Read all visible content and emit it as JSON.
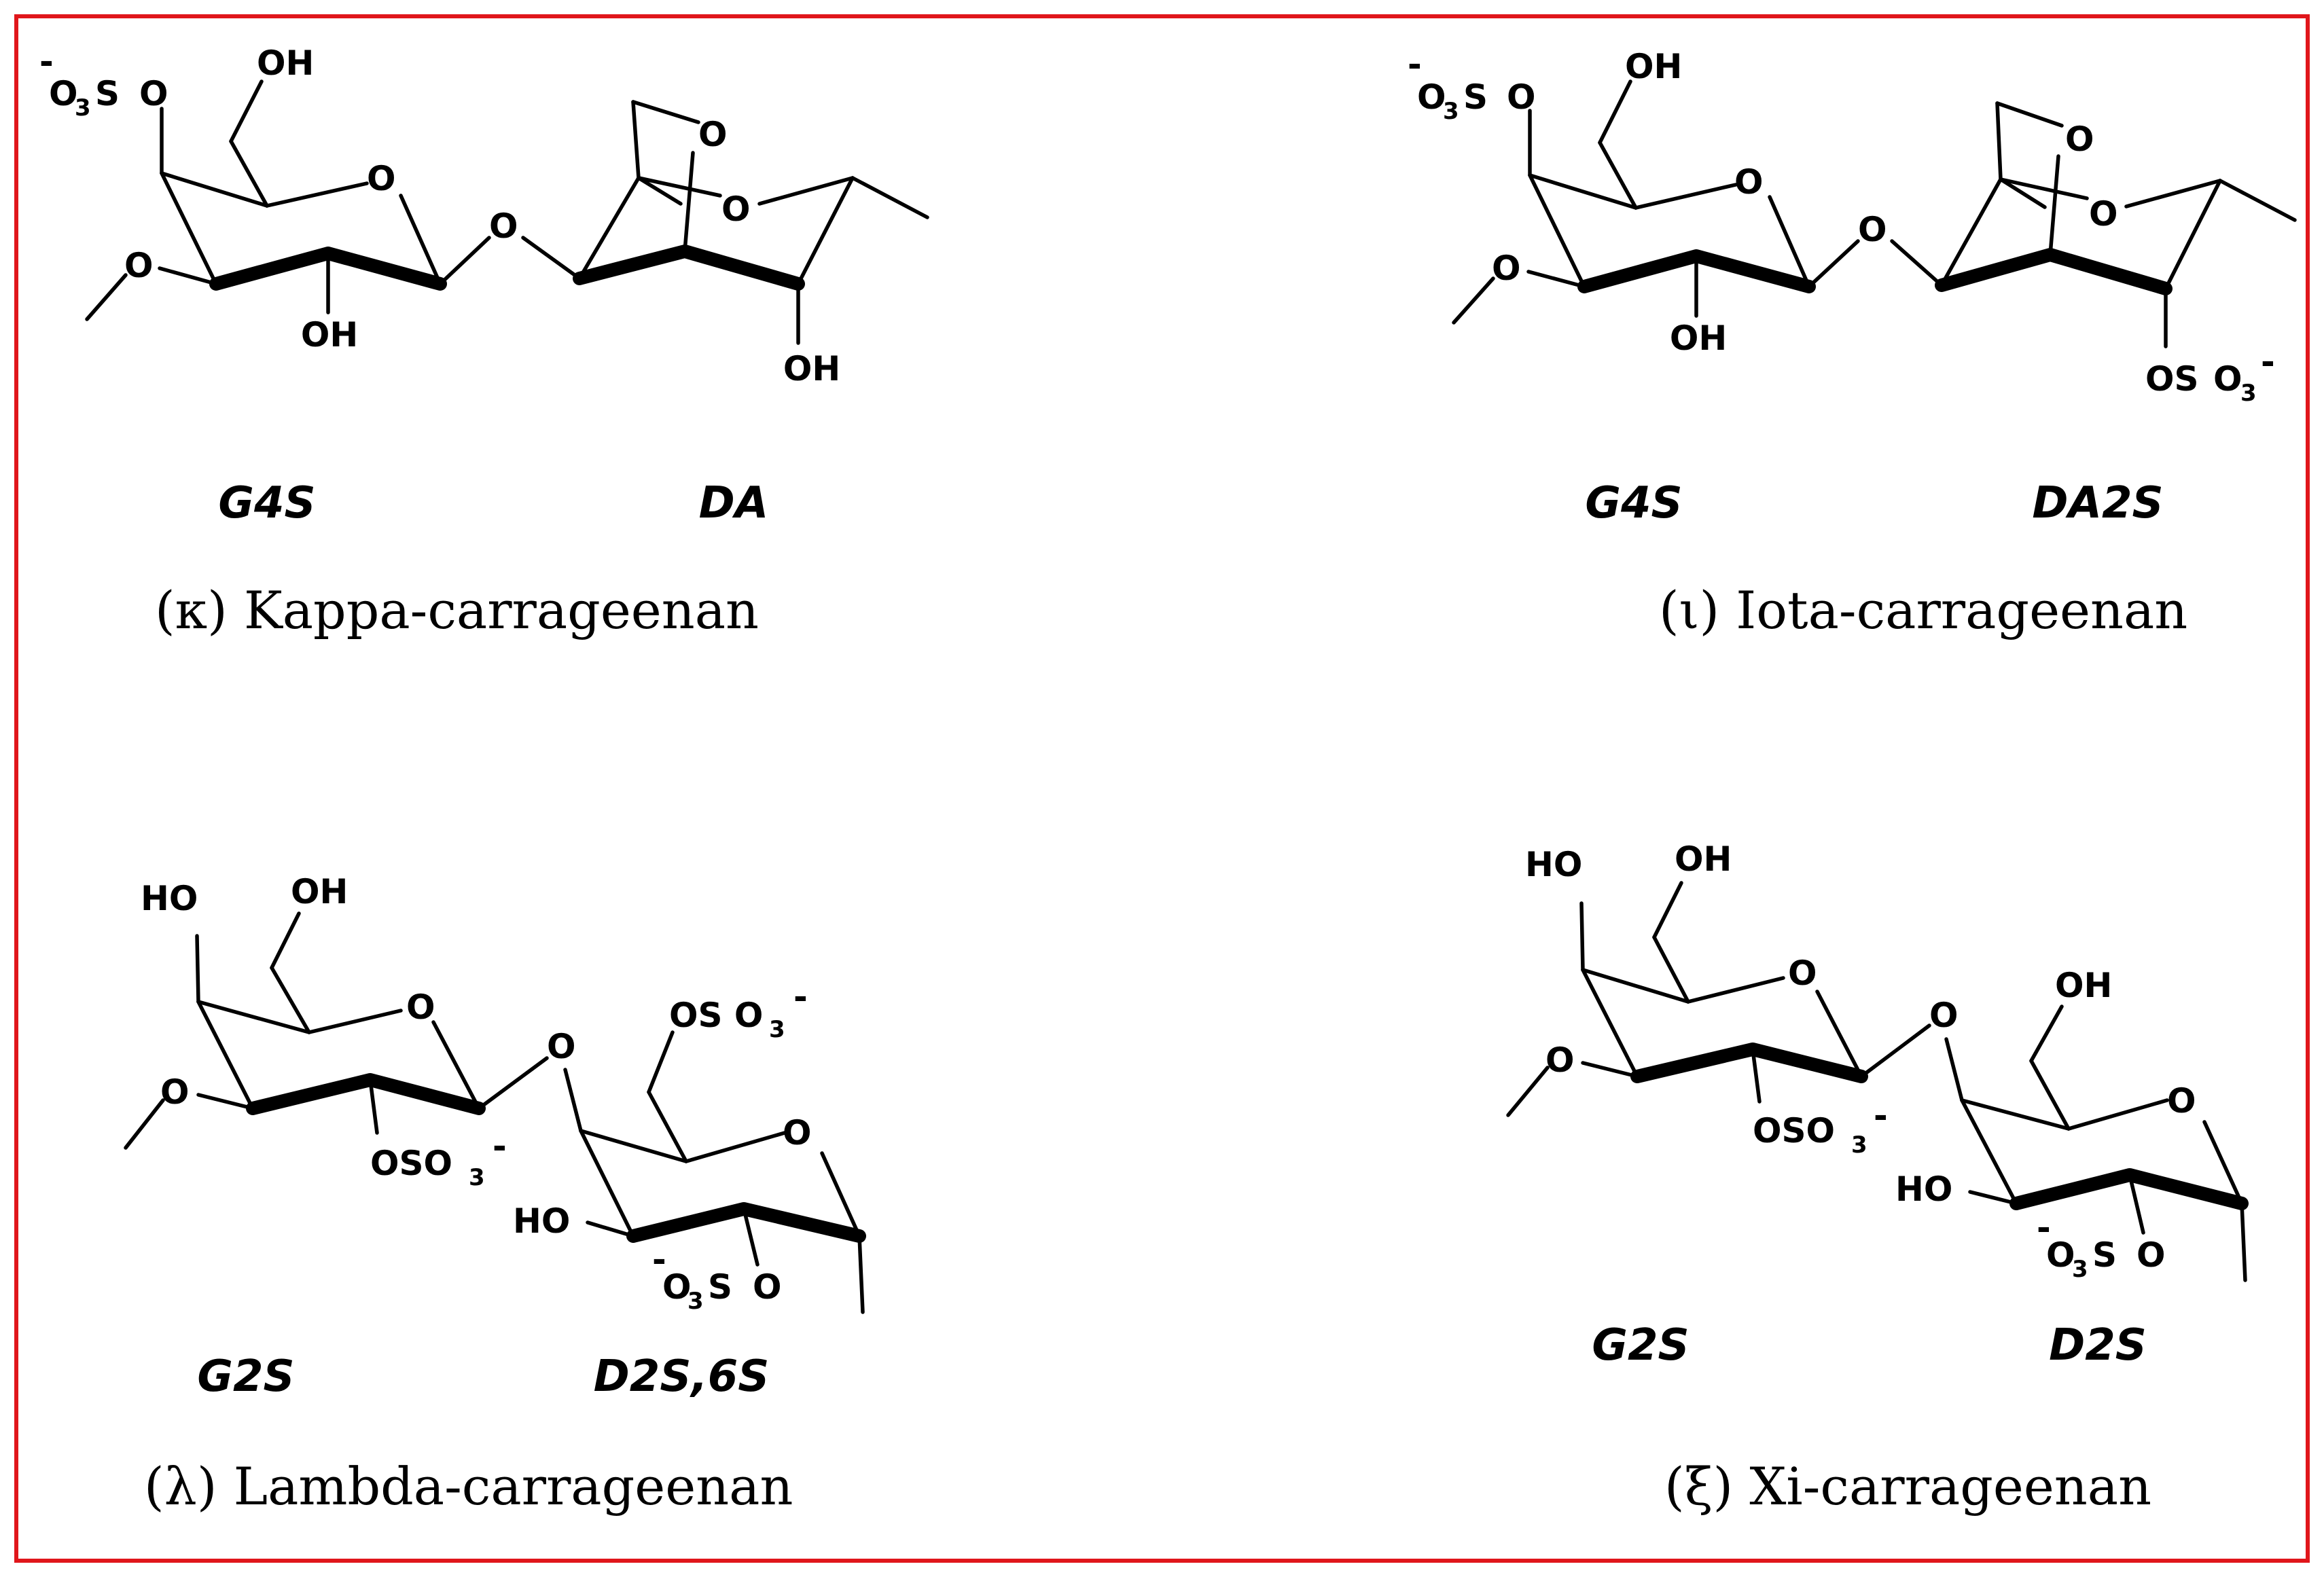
{
  "frame_color": "#e0161b",
  "panels": {
    "kappa": {
      "residue_left": "G4S",
      "residue_right": "DA",
      "caption": "(κ) Kappa-carrageenan",
      "atoms": {
        "sulfate_charge": "-",
        "sulfate_o": "O",
        "sulfate_sub": "3",
        "sulfate_s": "S",
        "sulfate_link_o": "O",
        "ch2oh": "OH",
        "ring_o": "O",
        "o3": "O",
        "oh2": "OH",
        "glyco_o": "O",
        "bridge_o": "O",
        "ring_o2": "O",
        "oh_da": "OH"
      }
    },
    "iota": {
      "residue_left": "G4S",
      "residue_right": "DA2S",
      "caption": "(ι) Iota-carrageenan",
      "atoms": {
        "sulfate_charge": "-",
        "sulfate_o": "O",
        "sulfate_sub": "3",
        "sulfate_s": "S",
        "sulfate_link_o": "O",
        "ch2oh": "OH",
        "ring_o": "O",
        "o3": "O",
        "oh2": "OH",
        "glyco_o": "O",
        "bridge_o": "O",
        "ring_o2": "O",
        "os_prefix": "OS",
        "os_o": "O",
        "os_sub": "3",
        "os_charge": "-"
      }
    },
    "lambda": {
      "residue_left": "G2S",
      "residue_right": "D2S,6S",
      "caption": "(λ) Lambda-carrageenan",
      "atoms": {
        "ho4": "HO",
        "ch2oh": "OH",
        "ring_o": "O",
        "o3": "O",
        "oso_prefix": "OSO",
        "oso_sub": "3",
        "oso_charge": "-",
        "glyco_o": "O",
        "c6_prefix": "OS O",
        "c6_sub": "3",
        "c6_charge": "-",
        "ring_o2": "O",
        "ho3": "HO",
        "s2_charge": "-",
        "s2_o": "O",
        "s2_sub": "3",
        "s2_s": "S",
        "s2_link_o": "O"
      }
    },
    "xi": {
      "residue_left": "G2S",
      "residue_right": "D2S",
      "caption": "(ξ) Xi-carrageenan",
      "atoms": {
        "ho4": "HO",
        "ch2oh": "OH",
        "ring_o": "O",
        "o3": "O",
        "oso_prefix": "OSO",
        "oso_sub": "3",
        "oso_charge": "-",
        "glyco_o": "O",
        "ch2oh2": "OH",
        "ring_o2": "O",
        "ho3": "HO",
        "s2_charge": "-",
        "s2_o": "O",
        "s2_sub": "3",
        "s2_s": "S",
        "s2_link_o": "O"
      }
    }
  }
}
